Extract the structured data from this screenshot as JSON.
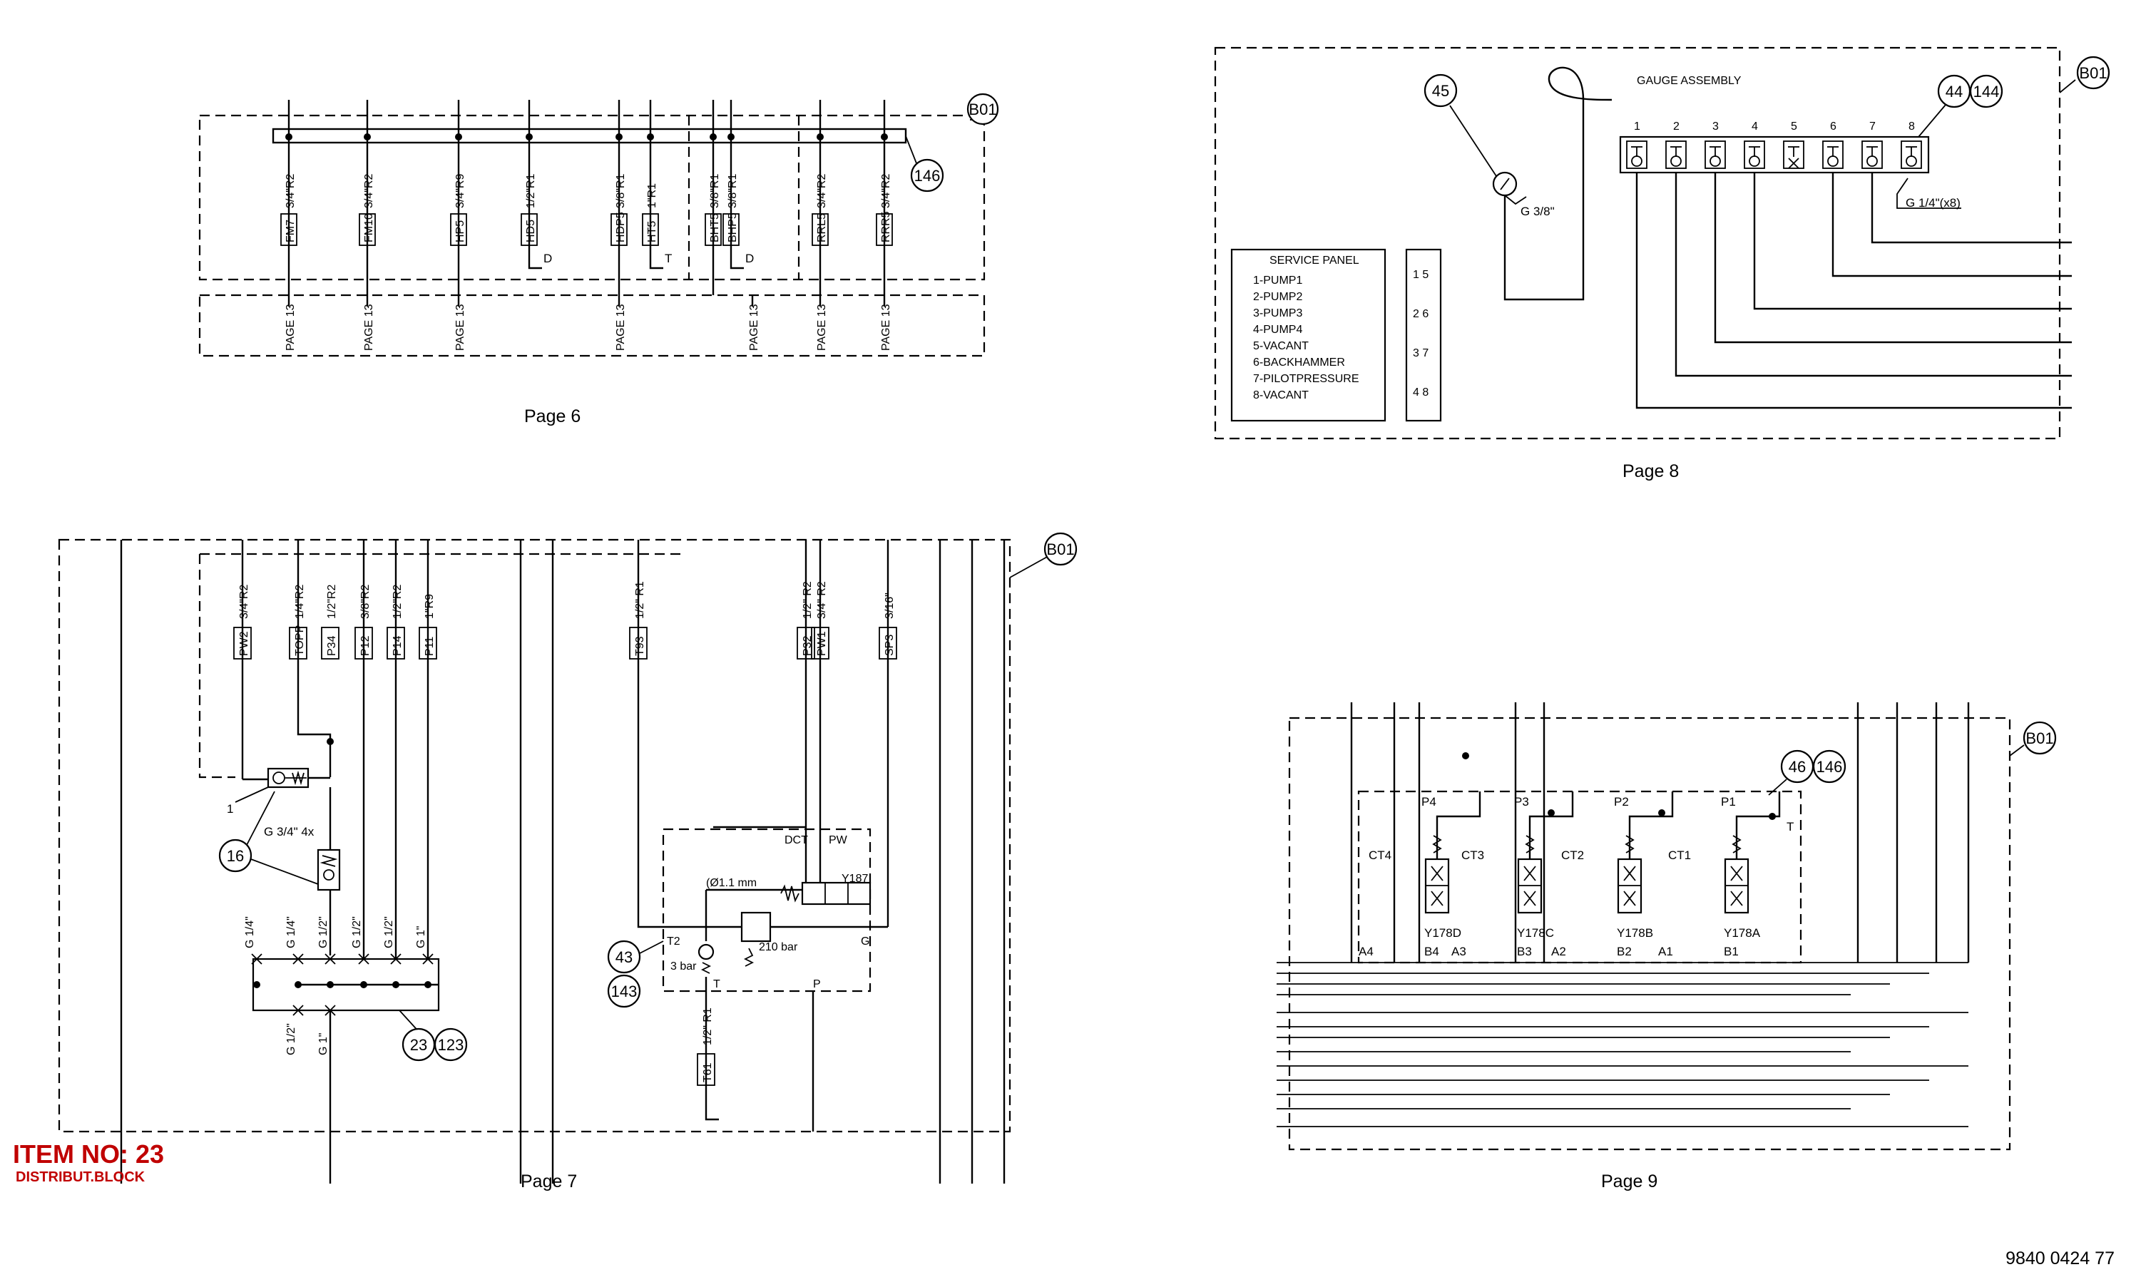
{
  "page6": {
    "caption": "Page 6",
    "badges": [
      "B01",
      "146"
    ],
    "ports": [
      "FM7",
      "FM10",
      "HP5",
      "HD5",
      "HDP5",
      "HT5",
      "BHT5",
      "BHP5",
      "RRL5",
      "RRR5"
    ],
    "sizes": [
      "3/4\"R2",
      "3/4\"R2",
      "3/4\"R9",
      "1/2\"R1",
      "3/8\"R1",
      "1\"R1",
      "3/8\"R1",
      "3/8\"R1",
      "3/4\"R2",
      "3/4\"R2"
    ],
    "drains": [
      "D",
      "T",
      "D"
    ],
    "refs": [
      "PAGE 13",
      "PAGE 13",
      "PAGE 13",
      "PAGE 13",
      "PAGE 13",
      "PAGE 13",
      "PAGE 13"
    ]
  },
  "page7": {
    "caption": "Page 7",
    "badges": [
      "B01",
      "16",
      "23",
      "123",
      "43",
      "143"
    ],
    "ports": [
      "PW2",
      "TOPP",
      "P34",
      "P12",
      "P14",
      "P11",
      "T93",
      "P32",
      "PW1",
      "SP3",
      "T61"
    ],
    "sizes": [
      "3/4\"R2",
      "1/4\"R2",
      "1/2\"R2",
      "3/8\"R2",
      "1/2\"R2",
      "1\"R9",
      "1/2\" R1",
      "1/2\" R2",
      "3/4\" R2",
      "3/16\"",
      "1/2\" R1"
    ],
    "marks": [
      "1",
      "G 3/4\" 4x",
      "DCT",
      "PW",
      "Y187",
      "(Ø1.1 mm",
      "210 bar",
      "3 bar",
      "T2",
      "T",
      "P",
      "G"
    ],
    "top_threads": [
      "G 1/4\"",
      "G 1/4\"",
      "G 1/2\"",
      "G 1/2\"",
      "G 1/2\"",
      "G 1\""
    ],
    "bottom_threads": [
      "G 1/2\"",
      "G 1\""
    ]
  },
  "page8": {
    "caption": "Page 8",
    "badges": [
      "B01",
      "45",
      "44",
      "144"
    ],
    "gauge_title": "GAUGE ASSEMBLY",
    "gauge_thread": "G 3/8\"",
    "connector_thread": "G 1/4\"(x8)",
    "gauge_numbers": [
      "1",
      "2",
      "3",
      "4",
      "5",
      "6",
      "7",
      "8"
    ],
    "panel_title": "SERVICE PANEL",
    "panel_items": [
      "1-PUMP1",
      "2-PUMP2",
      "3-PUMP3",
      "4-PUMP4",
      "5-VACANT",
      "6-BACKHAMMER",
      "7-PILOTPRESSURE",
      "8-VACANT"
    ],
    "panel_grid": [
      "1 5",
      "2 6",
      "3 7",
      "4 8"
    ]
  },
  "page9": {
    "caption": "Page 9",
    "badges": [
      "B01",
      "46",
      "146"
    ],
    "p_ports": [
      "P4",
      "P3",
      "P2",
      "P1"
    ],
    "ct_labels": [
      "CT4",
      "CT3",
      "CT2",
      "CT1"
    ],
    "valve_ids": [
      "Y178D",
      "Y178C",
      "Y178B",
      "Y178A"
    ],
    "a_ports": [
      "A4",
      "A3",
      "A2",
      "A1"
    ],
    "b_ports": [
      "B4",
      "B3",
      "B2",
      "B1"
    ],
    "tank": "T"
  },
  "footer": {
    "item_no": "ITEM NO: 23",
    "item_desc": "DISTRIBUT.BLOCK",
    "doc_no": "9840 0424 77"
  }
}
